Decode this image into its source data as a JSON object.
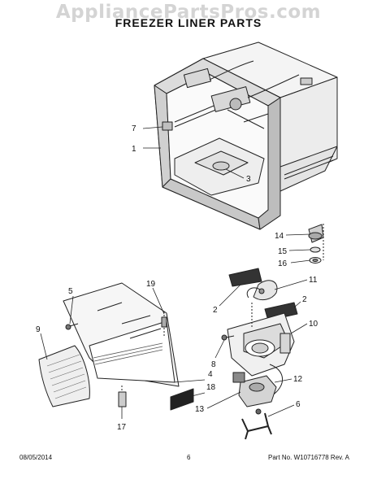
{
  "watermark": "AppliancePartsPros.com",
  "title": "FREEZER LINER PARTS",
  "callouts": [
    {
      "id": "c1",
      "text": "1"
    },
    {
      "id": "c2a",
      "text": "2"
    },
    {
      "id": "c2b",
      "text": "2"
    },
    {
      "id": "c3",
      "text": "3"
    },
    {
      "id": "c4",
      "text": "4"
    },
    {
      "id": "c5",
      "text": "5"
    },
    {
      "id": "c6",
      "text": "6"
    },
    {
      "id": "c7",
      "text": "7"
    },
    {
      "id": "c8",
      "text": "8"
    },
    {
      "id": "c9",
      "text": "9"
    },
    {
      "id": "c10",
      "text": "10"
    },
    {
      "id": "c11",
      "text": "11"
    },
    {
      "id": "c12",
      "text": "12"
    },
    {
      "id": "c13",
      "text": "13"
    },
    {
      "id": "c14",
      "text": "14"
    },
    {
      "id": "c15",
      "text": "15"
    },
    {
      "id": "c16",
      "text": "16"
    },
    {
      "id": "c17",
      "text": "17"
    },
    {
      "id": "c18",
      "text": "18"
    },
    {
      "id": "c19",
      "text": "19"
    }
  ],
  "footer": {
    "date": "08/05/2014",
    "page": "6",
    "part_no": "Part No.  W10716778   Rev.  A"
  }
}
